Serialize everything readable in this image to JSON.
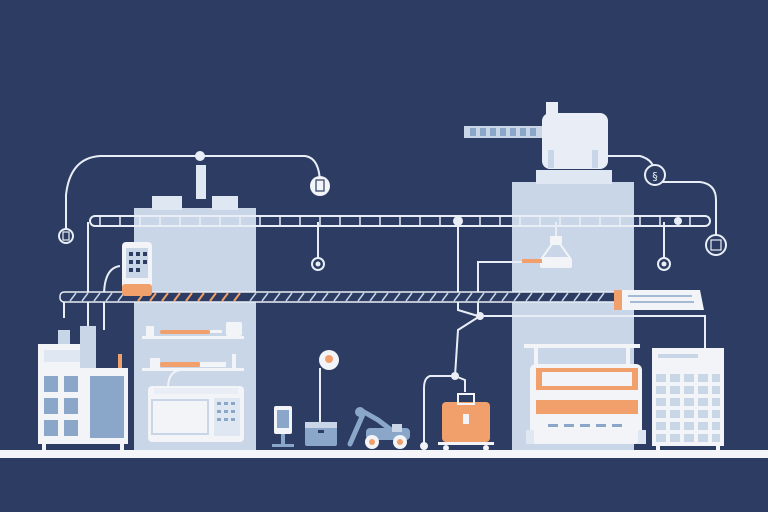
{
  "palette": {
    "background": "#2c3c62",
    "pillar": "#c8d6e8",
    "pillar_top": "#dfe7f2",
    "line": "#e9eef6",
    "panel": "#f2f4f8",
    "panel_blue": "#8aa7c9",
    "accent_orange": "#f1a06b",
    "accent_orange_dark": "#e07f4c",
    "floor": "#f4f6fa"
  },
  "scene": {
    "description_free": true,
    "elements": [
      "factory-floor",
      "left-pillar",
      "right-pillar",
      "upper-conveyor",
      "lower-conveyor",
      "gantry-crane",
      "hanging-gripper",
      "control-cabinet",
      "server-rack",
      "orange-luggage-cart",
      "robotic-arm-vehicle",
      "printer-machine"
    ]
  }
}
